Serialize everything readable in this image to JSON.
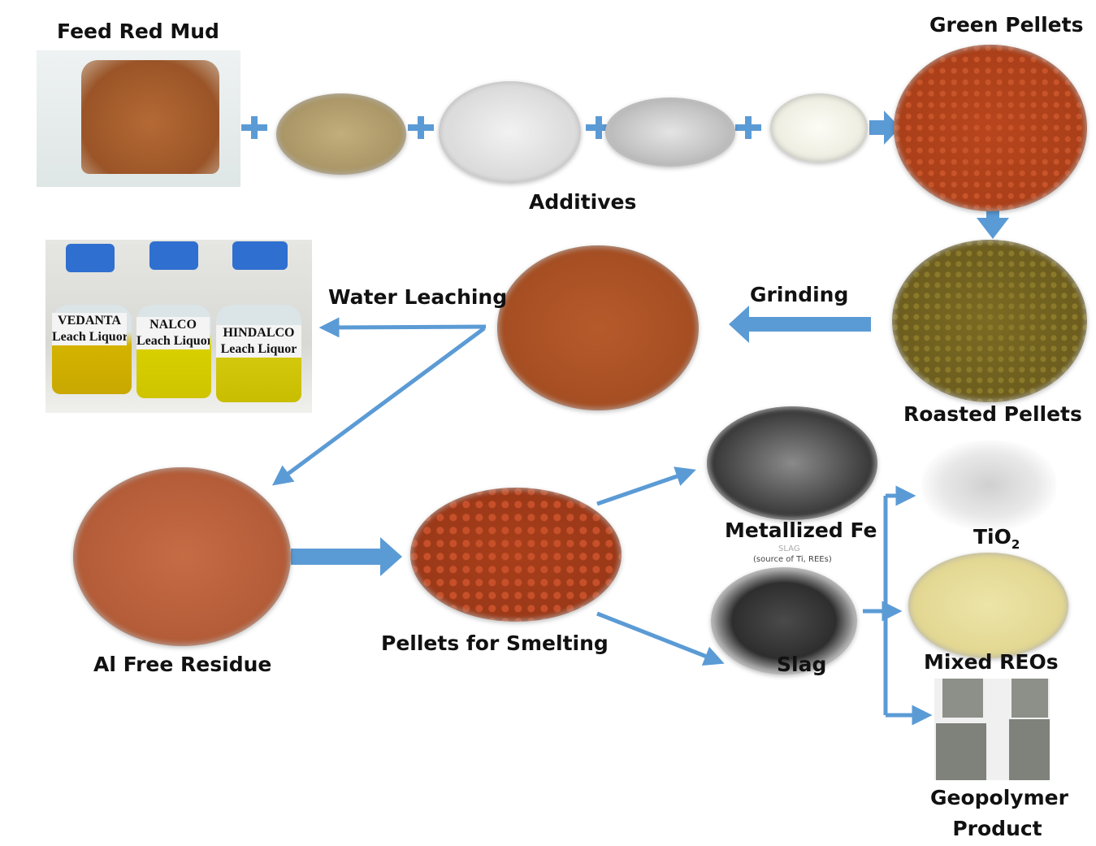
{
  "labels": {
    "feed_red_mud": "Feed Red Mud",
    "additives": "Additives",
    "green_pellets": "Green Pellets",
    "roasted_pellets": "Roasted Pellets",
    "grinding": "Grinding",
    "water_leaching": "Water Leaching",
    "al_free_residue": "Al Free Residue",
    "pellets_for_smelting": "Pellets for Smelting",
    "metallized_fe": "Metallized Fe",
    "slag": "Slag",
    "tio2": "TiO",
    "tio2_sub": "2",
    "mixed_reos": "Mixed REOs",
    "geopolymer_line1": "Geopolymer",
    "geopolymer_line2": "Product"
  },
  "bottles": [
    {
      "line1": "VEDANTA",
      "line2": "Leach Liquor"
    },
    {
      "line1": "NALCO",
      "line2": "Leach Liquor"
    },
    {
      "line1": "HINDALCO",
      "line2": "Leach Liquor"
    }
  ],
  "slag_photo_caption": {
    "line1": "SLAG",
    "line2": "(source of Ti, REEs)"
  },
  "colors": {
    "arrow": "#5b9bd5",
    "red_mud": "#b5652e",
    "pellet": "#b8451c"
  }
}
